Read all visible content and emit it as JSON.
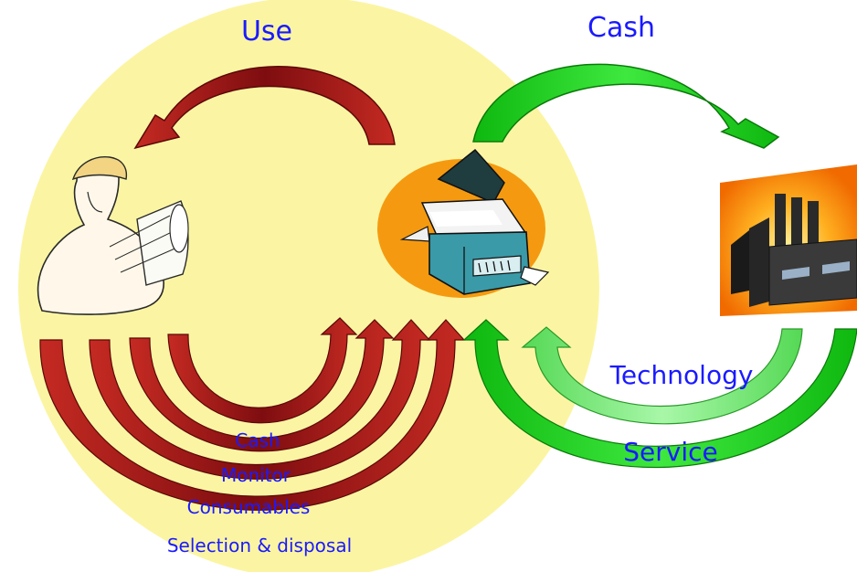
{
  "labels": {
    "use": "Use",
    "cash_top": "Cash",
    "technology": "Technology",
    "service": "Service",
    "cash_loop": "Cash",
    "monitor": "Monitor",
    "consumables": "Consumables",
    "selection_disposal": "Selection & disposal"
  },
  "colors": {
    "circle": "#fbf5a3",
    "red_arrow": "#9c1418",
    "green_arrow": "#22cc22",
    "light_green_arrow": "#66ee66",
    "label_text": "#1a1aff",
    "copier_halo": "#f59a10",
    "copier_body": "#3a9aa8"
  },
  "icons": {
    "user": "engineer-with-blueprints-icon",
    "device": "photocopier-icon",
    "vendor": "factory-icon"
  }
}
